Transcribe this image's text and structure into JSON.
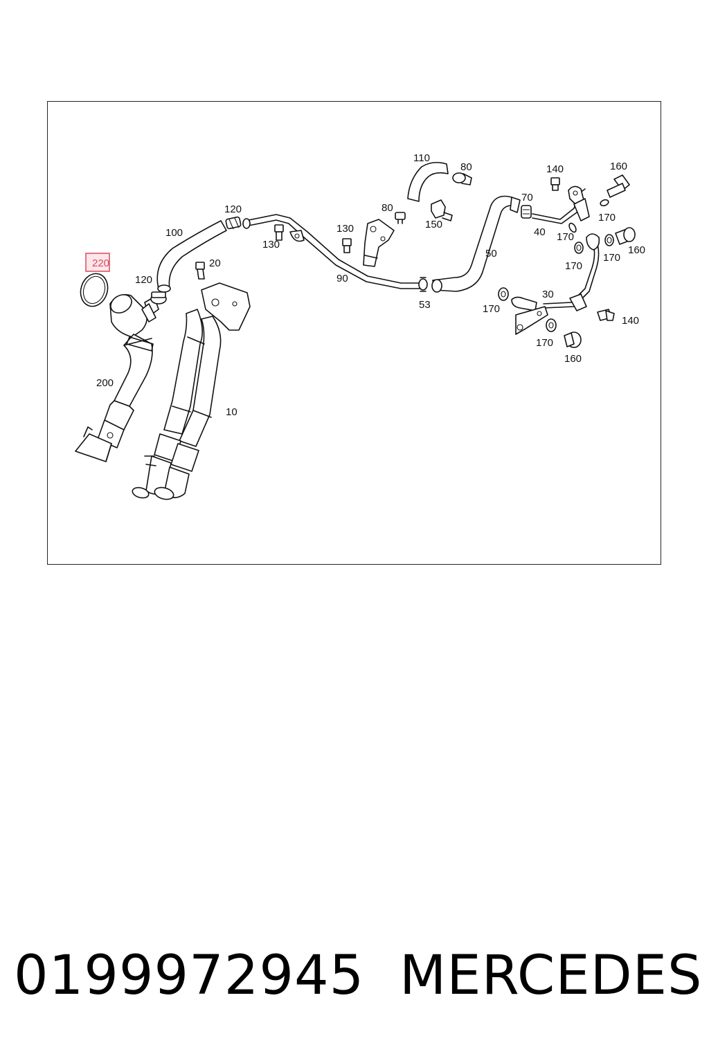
{
  "diagram": {
    "highlight_color": "#d94a5e",
    "highlight_fill": "#fde6ea",
    "labels": [
      {
        "id": "l220",
        "text": "220",
        "highlighted": true
      },
      {
        "id": "l200",
        "text": "200"
      },
      {
        "id": "l120a",
        "text": "120"
      },
      {
        "id": "l100",
        "text": "100"
      },
      {
        "id": "l120b",
        "text": "120"
      },
      {
        "id": "l20",
        "text": "20"
      },
      {
        "id": "l130a",
        "text": "130"
      },
      {
        "id": "l130b",
        "text": "130"
      },
      {
        "id": "l90",
        "text": "90"
      },
      {
        "id": "l10",
        "text": "10"
      },
      {
        "id": "l110",
        "text": "110"
      },
      {
        "id": "l80a",
        "text": "80"
      },
      {
        "id": "l80b",
        "text": "80"
      },
      {
        "id": "l150",
        "text": "150"
      },
      {
        "id": "l53",
        "text": "53"
      },
      {
        "id": "l50",
        "text": "50"
      },
      {
        "id": "l70",
        "text": "70"
      },
      {
        "id": "l140a",
        "text": "140"
      },
      {
        "id": "l160a",
        "text": "160"
      },
      {
        "id": "l40",
        "text": "40"
      },
      {
        "id": "l170a",
        "text": "170"
      },
      {
        "id": "l170b",
        "text": "170"
      },
      {
        "id": "l170c",
        "text": "170"
      },
      {
        "id": "l170d",
        "text": "170"
      },
      {
        "id": "l160b",
        "text": "160"
      },
      {
        "id": "l30",
        "text": "30"
      },
      {
        "id": "l170e",
        "text": "170"
      },
      {
        "id": "l140b",
        "text": "140"
      },
      {
        "id": "l170f",
        "text": "170"
      },
      {
        "id": "l160c",
        "text": "160"
      }
    ]
  },
  "footer": {
    "part_number": "0199972945",
    "brand": "MERCEDES"
  }
}
